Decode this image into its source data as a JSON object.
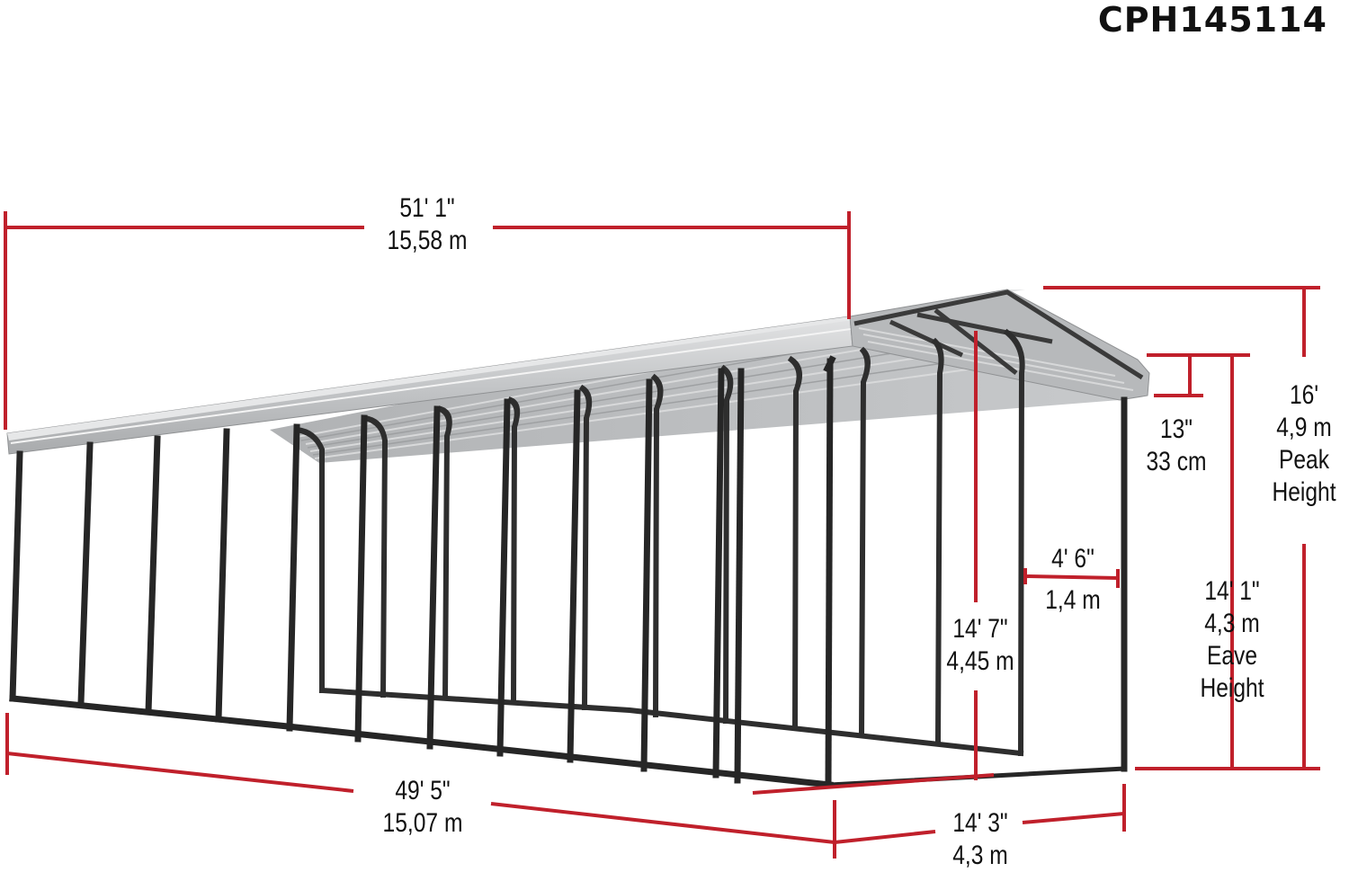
{
  "model_code": "CPH145114",
  "colors": {
    "dimension_line": "#c0202b",
    "frame": "#2b2b2b",
    "roof": "#b9bbbd",
    "roof_light": "#d6d7d8",
    "roof_shadow": "#9c9ea0",
    "text": "#111111",
    "background": "#ffffff"
  },
  "dimensions": {
    "overall_length": {
      "imperial": "51' 1\"",
      "metric": "15,58 m"
    },
    "base_length": {
      "imperial": "49' 5\"",
      "metric": "15,07 m"
    },
    "base_width": {
      "imperial": "14' 3\"",
      "metric": "4,3 m"
    },
    "roof_width": {
      "imperial": "14' 7\"",
      "metric": "4,45 m"
    },
    "bay_spacing": {
      "imperial": "4' 6\"",
      "metric": "1,4 m"
    },
    "overhang": {
      "imperial": "13\"",
      "metric": "33 cm"
    },
    "peak_height": {
      "imperial": "16'",
      "metric": "4,9 m",
      "caption_line1": "Peak",
      "caption_line2": "Height"
    },
    "eave_height": {
      "imperial": "14' 1\"",
      "metric": "4,3 m",
      "caption_line1": "Eave",
      "caption_line2": "Height"
    }
  }
}
